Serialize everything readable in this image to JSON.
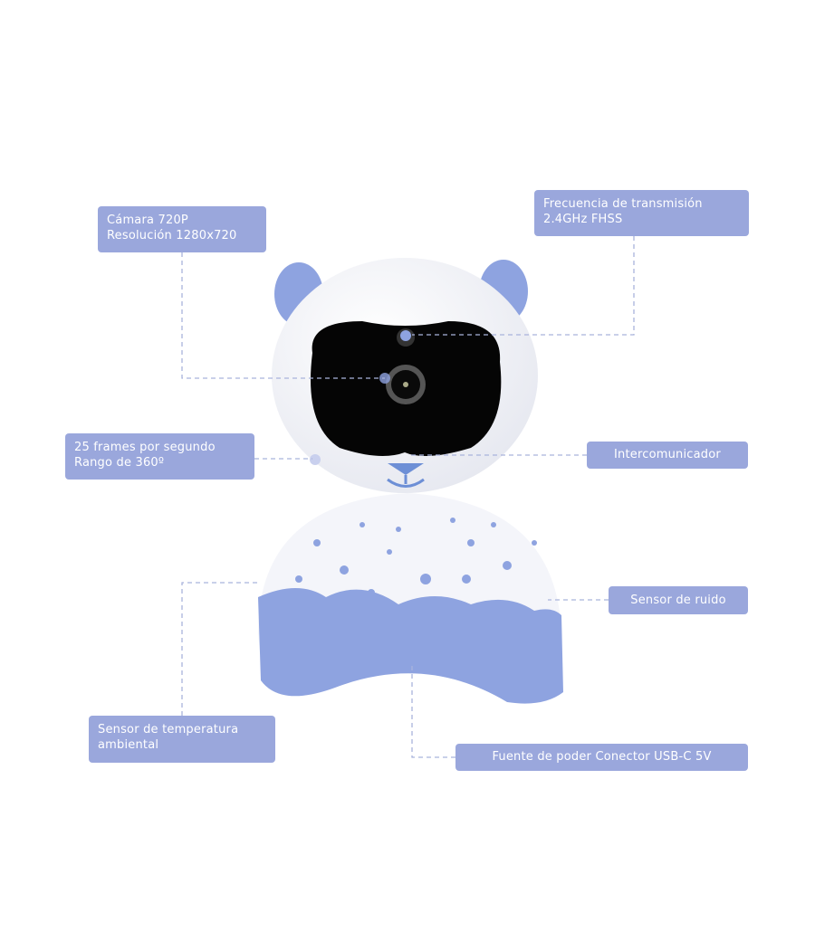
{
  "labels": {
    "camera": [
      "Cámara 720P",
      "Resolución 1280x720"
    ],
    "frequency": [
      "Frecuencia de transmisión",
      "2.4GHz FHSS"
    ],
    "frames": [
      "25 frames por segundo",
      "Rango de 360º"
    ],
    "intercom": "Intercomunicador",
    "noise": "Sensor de ruido",
    "temperature": [
      "Sensor de temperatura",
      "ambiental"
    ],
    "power": "Fuente de poder Conector USB-C 5V"
  },
  "colors": {
    "label_bg": "#9aa7dc",
    "accent_blue": "#8ea3e0",
    "connector": "#a9b3dc"
  }
}
